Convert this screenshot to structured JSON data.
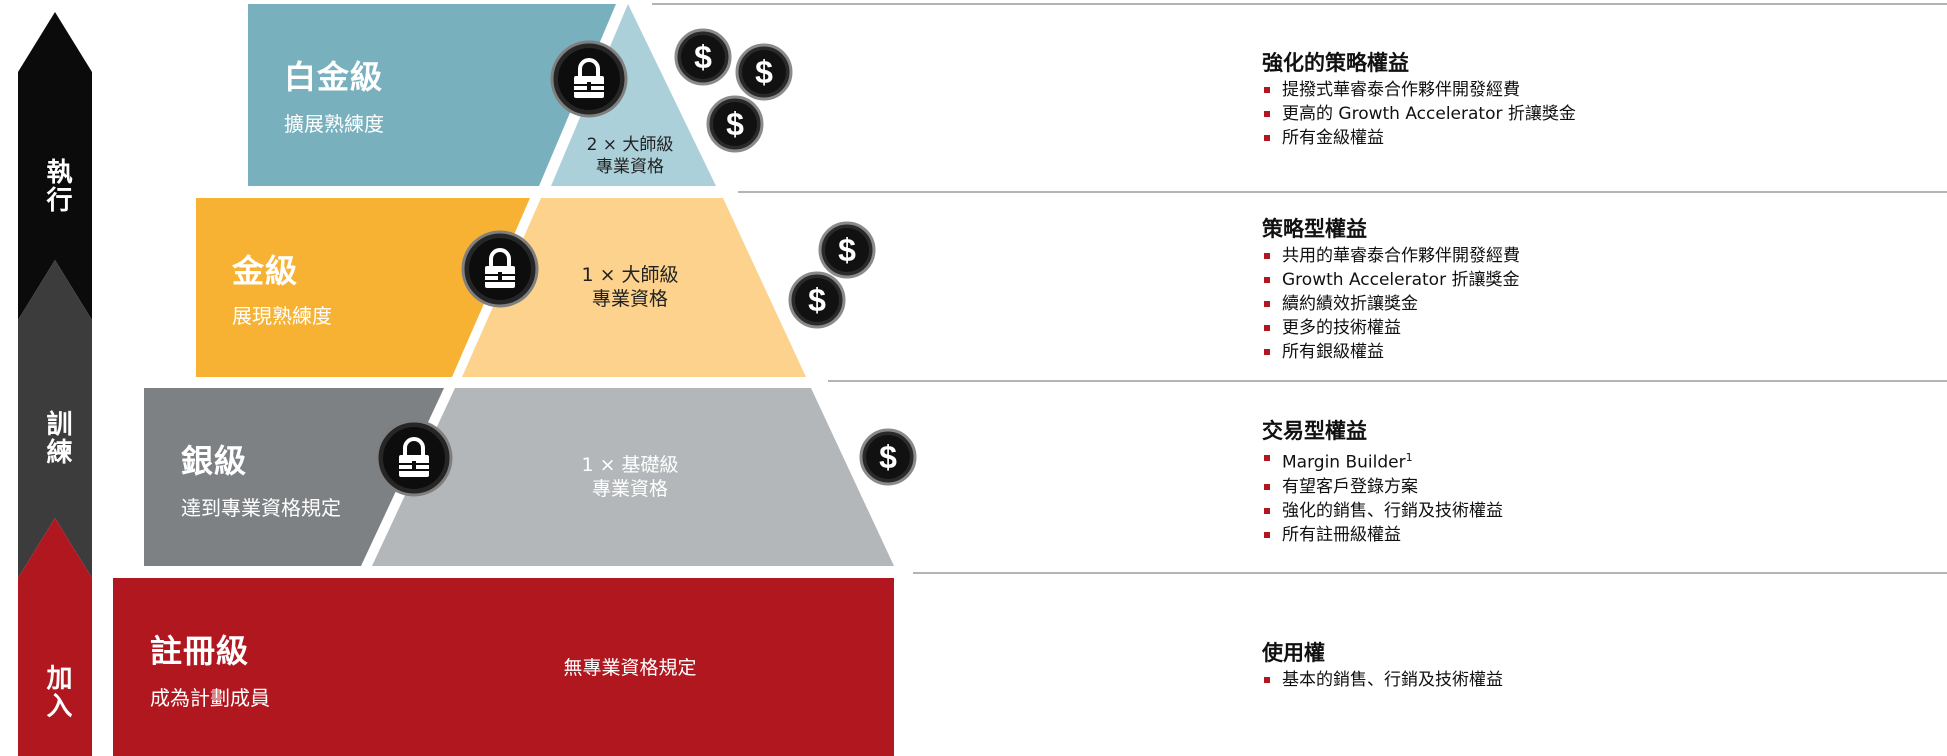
{
  "stages": [
    {
      "label": "執行"
    },
    {
      "label": "訓練"
    },
    {
      "label": "加入"
    }
  ],
  "tiers": [
    {
      "name": "白金級",
      "subtitle": "擴展熟練度",
      "cert_line1": "2 × 大師級",
      "cert_line2": "專業資格",
      "coins": 3,
      "locked": true
    },
    {
      "name": "金級",
      "subtitle": "展現熟練度",
      "cert_line1": "1 × 大師級",
      "cert_line2": "專業資格",
      "coins": 2,
      "locked": true
    },
    {
      "name": "銀級",
      "subtitle": "達到專業資格規定",
      "cert_line1": "1 × 基礎級",
      "cert_line2": "專業資格",
      "coins": 1,
      "locked": true
    },
    {
      "name": "註冊級",
      "subtitle": "成為計劃成員",
      "cert_line1": "無專業資格規定",
      "cert_line2": "",
      "coins": 0,
      "locked": false
    }
  ],
  "benefits": [
    {
      "title": "強化的策略權益",
      "items": [
        "提撥式華睿泰合作夥伴開發經費",
        "更高的 Growth Accelerator 折讓獎金",
        "所有金級權益"
      ]
    },
    {
      "title": "策略型權益",
      "items": [
        "共用的華睿泰合作夥伴開發經費",
        "Growth Accelerator 折讓獎金",
        "續約績效折讓獎金",
        "更多的技術權益",
        "所有銀級權益"
      ]
    },
    {
      "title": "交易型權益",
      "items": [
        "Margin Builder",
        "有望客戶登錄方案",
        "強化的銷售、行銷及技術權益",
        "所有註冊級權益"
      ],
      "first_item_sup": "1"
    },
    {
      "title": "使用權",
      "items": [
        "基本的銷售、行銷及技術權益"
      ]
    }
  ],
  "icons": {
    "lock": "lock-icon",
    "coin": "dollar-coin-icon"
  },
  "colors": {
    "platinum": "#79b0bd",
    "platinum_light": "#abd0d9",
    "gold": "#f7b234",
    "gold_light": "#fcd28d",
    "silver": "#7e8184",
    "silver_light": "#b4b7b9",
    "registered": "#b0171f",
    "stage_top": "#0b0b0b",
    "stage_mid": "#3c3c3c",
    "stage_bottom": "#b0171f",
    "bullet": "#b0171f"
  }
}
